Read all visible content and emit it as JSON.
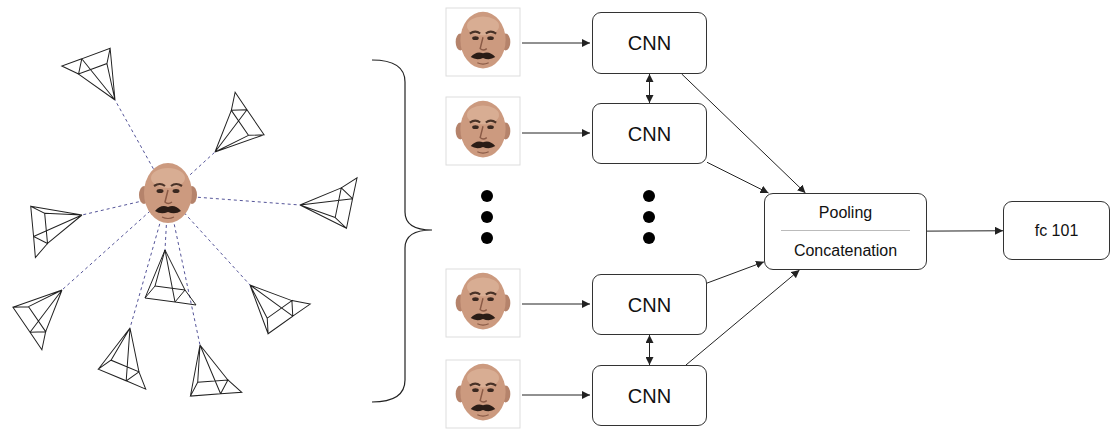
{
  "diagram": {
    "nodes": [
      {
        "text": [
          "CNN"
        ]
      },
      {
        "text": [
          "CNN"
        ]
      },
      {
        "text": [
          "CNN"
        ]
      },
      {
        "text": [
          "CNN"
        ]
      },
      {
        "text": [
          "Pooling",
          "Concatenation"
        ]
      },
      {
        "text": [
          "fc 101"
        ]
      }
    ],
    "edges": [
      {
        "from": 0,
        "to": 1,
        "arrow": "both"
      },
      {
        "from": 2,
        "to": 3,
        "arrow": "both"
      },
      {
        "from": 0,
        "to": 4,
        "arrow": "to"
      },
      {
        "from": 1,
        "to": 4,
        "arrow": "to"
      },
      {
        "from": 2,
        "to": 4,
        "arrow": "to"
      },
      {
        "from": 3,
        "to": 4,
        "arrow": "to"
      },
      {
        "from": 4,
        "to": 5,
        "arrow": "to"
      }
    ]
  }
}
